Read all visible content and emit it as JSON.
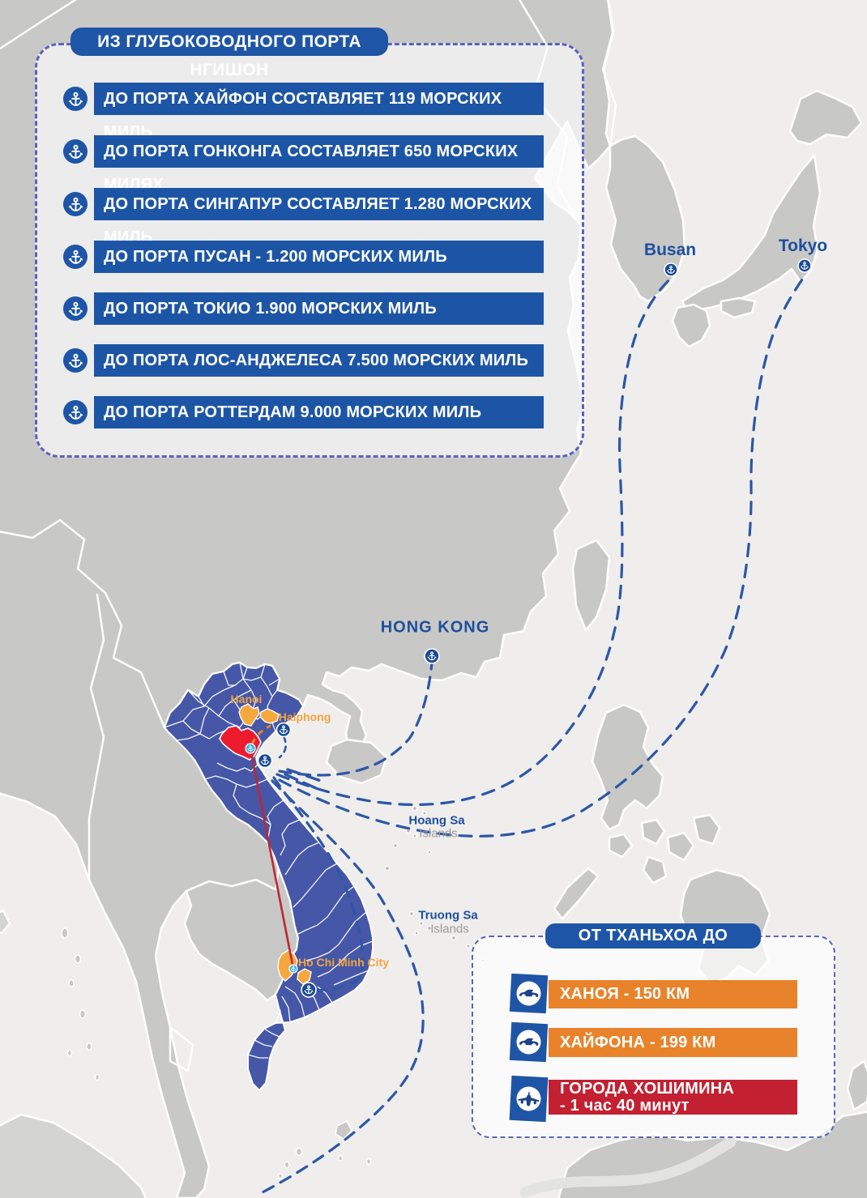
{
  "colors": {
    "sea": "#efeeec",
    "land": "#c8c8c6",
    "land_light": "#d4d4d2",
    "vietnam_blue": "#4657a8",
    "thanh_hoa_red": "#ec1b2d",
    "city_orange": "#f5a83d",
    "bar_blue": "#1d55a6",
    "bar_orange": "#e8832b",
    "bar_red": "#c32032",
    "route_navy": "#2e56a5",
    "panel_border": "#5a64bb",
    "label_navy": "#1e4f9e",
    "label_orange": "#f2a540",
    "island_gray": "#9b9b9b",
    "port_badge_navy": "#1b4a94",
    "cyan_dot": "#3db4e8",
    "red_line": "#bf2633"
  },
  "ports_panel": {
    "title": "ИЗ ГЛУБОКОВОДНОГО ПОРТА НГИШОН",
    "items": [
      {
        "icon": "anchor",
        "text": "ДО ПОРТА ХАЙФОН СОСТАВЛЯЕТ 119 МОРСКИХ МИЛЬ"
      },
      {
        "icon": "anchor",
        "text": "ДО ПОРТА ГОНКОНГА СОСТАВЛЯЕТ 650 МОРСКИХ МИЛЯХ"
      },
      {
        "icon": "anchor",
        "text": "ДО ПОРТА СИНГАПУР СОСТАВЛЯЕТ 1.280 МОРСКИХ МИЛЬ"
      },
      {
        "icon": "anchor",
        "text": "ДО ПОРТА ПУСАН - 1.200 МОРСКИХ МИЛЬ"
      },
      {
        "icon": "anchor",
        "text": "ДО ПОРТА ТОКИО 1.900 МОРСКИХ МИЛЬ"
      },
      {
        "icon": "anchor",
        "text": "ДО ПОРТА ЛОС-АНДЖЕЛЕСА 7.500 МОРСКИХ МИЛЬ"
      },
      {
        "icon": "anchor",
        "text": "ДО ПОРТА РОТТЕРДАМ 9.000 МОРСКИХ МИЛЬ"
      }
    ]
  },
  "travel_panel": {
    "title": "ОТ ТХАНЬХОА ДО",
    "items": [
      {
        "icon": "car",
        "text": "ХАНОЯ - 150 КМ",
        "color": "#e8832b"
      },
      {
        "icon": "car",
        "text": "ХАЙФОНА - 199 КМ",
        "color": "#e8832b"
      },
      {
        "icon": "plane",
        "text": "ГОРОДА ХОШИМИНА",
        "text_line2": "- 1 час 40 минут",
        "color": "#c32032"
      }
    ]
  },
  "map": {
    "labels": {
      "busan": "Busan",
      "tokyo": "Tokyo",
      "hong_kong": "HONG KONG",
      "hoang_sa": "Hoang Sa",
      "hoang_sa_sub": "Islands",
      "truong_sa": "Truong Sa",
      "truong_sa_sub": "Islands",
      "hanoi": "Hanoi",
      "haiphong": "Haiphong",
      "ho_chi_minh": "Ho Chi Minh City"
    }
  }
}
